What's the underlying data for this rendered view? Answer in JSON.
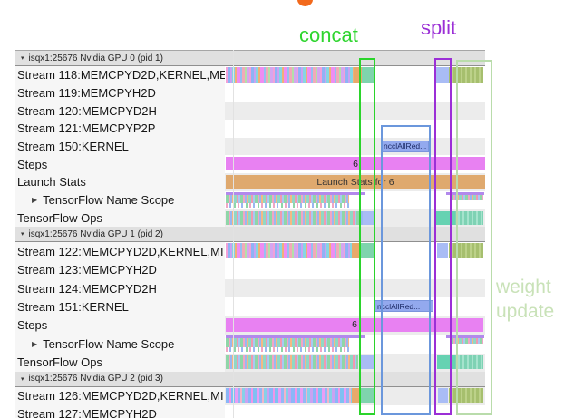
{
  "annotations": {
    "concat": "concat",
    "split": "split",
    "nccl": "nccl",
    "weight_line1": "weight",
    "weight_line2": "update"
  },
  "colors": {
    "concat_green": "#2fd52f",
    "split_purple": "#9b2fd6",
    "nccl_blue": "#4a7cdc",
    "weight_update_green": "#c9e2b8",
    "steps_bar": "#e881f2",
    "launch_stats_bar": "#dfa96e",
    "nccl_event_bar": "#93a9ee",
    "memcpy_teal": "#7fd4ad",
    "memcpy_blue": "#a9bcf5",
    "memcpy_orange": "#e8a96b",
    "weight_update_bar": "#aec878",
    "ops_teal": "#66d2b2"
  },
  "events": {
    "gpu0_steps": "6",
    "gpu1_steps": "6",
    "gpu0_launch_stats": "Launch Stats for 6",
    "gpu0_nccl": "ncclAllRed...",
    "gpu1_nccl": "ncclAllRed..."
  },
  "sections": [
    {
      "header": "isqx1:25676 Nvidia GPU 0 (pid 1)",
      "rows": [
        {
          "label": "Stream 118:MEMCPYD2D,KERNEL,ME"
        },
        {
          "label": "Stream 119:MEMCPYH2D"
        },
        {
          "label": "Stream 120:MEMCPYD2H"
        },
        {
          "label": "Stream 121:MEMCPYP2P"
        },
        {
          "label": "Stream 150:KERNEL"
        },
        {
          "label": "Steps"
        },
        {
          "label": "Launch Stats"
        },
        {
          "label": "TensorFlow Name Scope"
        },
        {
          "label": "TensorFlow Ops"
        }
      ]
    },
    {
      "header": "isqx1:25676 Nvidia GPU 1 (pid 2)",
      "rows": [
        {
          "label": "Stream 122:MEMCPYD2D,KERNEL,MI"
        },
        {
          "label": "Stream 123:MEMCPYH2D"
        },
        {
          "label": "Stream 124:MEMCPYD2H"
        },
        {
          "label": "Stream 151:KERNEL"
        },
        {
          "label": "Steps"
        },
        {
          "label": "TensorFlow Name Scope"
        },
        {
          "label": "TensorFlow Ops"
        }
      ]
    },
    {
      "header": "isqx1:25676 Nvidia GPU 2 (pid 3)",
      "rows": [
        {
          "label": "Stream 126:MEMCPYD2D,KERNEL,MI"
        },
        {
          "label": "Stream 127:MEMCPYH2D"
        }
      ]
    }
  ]
}
